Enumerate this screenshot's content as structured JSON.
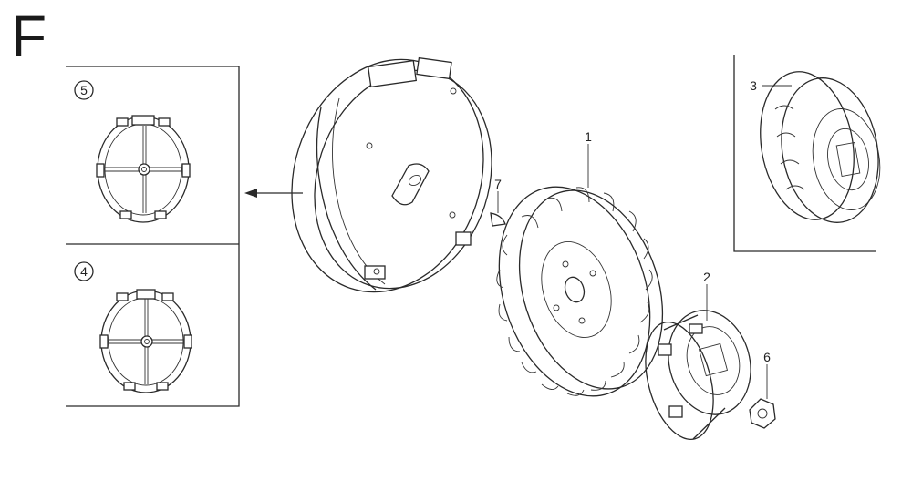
{
  "section_letter": "F",
  "inset_labels": {
    "top": "5",
    "bottom": "4"
  },
  "callouts": {
    "part1": "1",
    "part2": "2",
    "part3": "3",
    "part6": "6",
    "part7": "7"
  }
}
